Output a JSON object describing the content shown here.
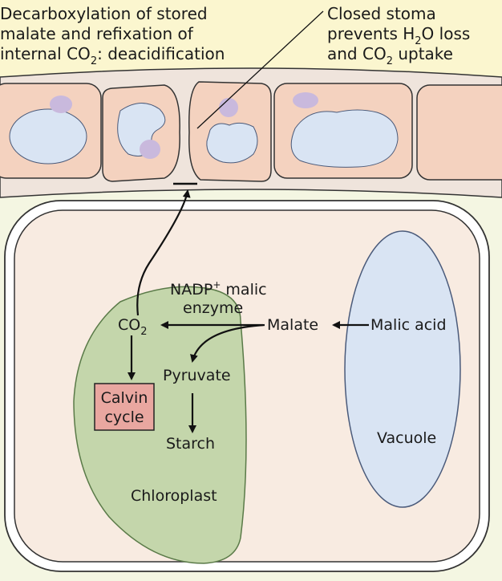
{
  "annotations": {
    "top_left": {
      "line1": "Decarboxylation of stored",
      "line2": "malate and refixation of",
      "line3_pre": "internal CO",
      "line3_sub": "2",
      "line3_post": ": deacidification"
    },
    "top_right": {
      "line1": "Closed stoma",
      "line2_pre": "prevents H",
      "line2_sub": "2",
      "line2_post": "O loss",
      "line3_pre": "and CO",
      "line3_sub": "2",
      "line3_post": " uptake"
    }
  },
  "cell": {
    "co2_main": "CO",
    "co2_sub": "2",
    "enzyme_line1_pre": "NADP",
    "enzyme_line1_sup": "+",
    "enzyme_line1_post": " malic",
    "enzyme_line2": "enzyme",
    "malate": "Malate",
    "malic_acid": "Malic acid",
    "pyruvate": "Pyruvate",
    "starch": "Starch",
    "calvin_line1": "Calvin",
    "calvin_line2": "cycle",
    "chloroplast": "Chloroplast",
    "vacuole": "Vacuole"
  },
  "colors": {
    "background": "#f4f6e2",
    "top_band": "#fbf6cf",
    "epidermal_cell": "#f4d2bf",
    "cell_interior": "#f8ebe1",
    "vacuole": "#d9e4f3",
    "organelle": "#c9b9dd",
    "chloroplast": "#c4d6ab",
    "calvin_box": "#e9a7a0"
  }
}
